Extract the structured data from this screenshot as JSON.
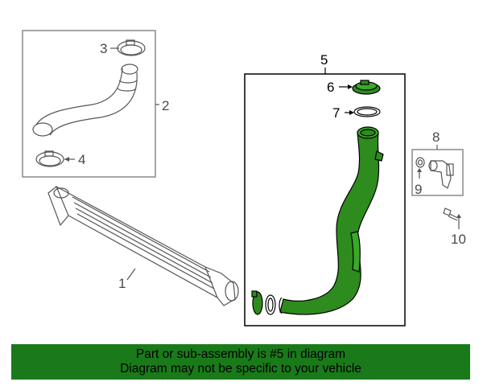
{
  "callouts": {
    "c1": "1",
    "c2": "2",
    "c3": "3",
    "c4": "4",
    "c5": "5",
    "c6": "6",
    "c7": "7",
    "c8": "8",
    "c9": "9",
    "c10": "10"
  },
  "banner": {
    "line1": "Part or sub-assembly is #5 in diagram",
    "line2": "Diagram may not be specific to your vehicle"
  },
  "colors": {
    "highlight": "#2e8b1e",
    "banner_bg": "#1a7a1a",
    "line": "#555555"
  }
}
